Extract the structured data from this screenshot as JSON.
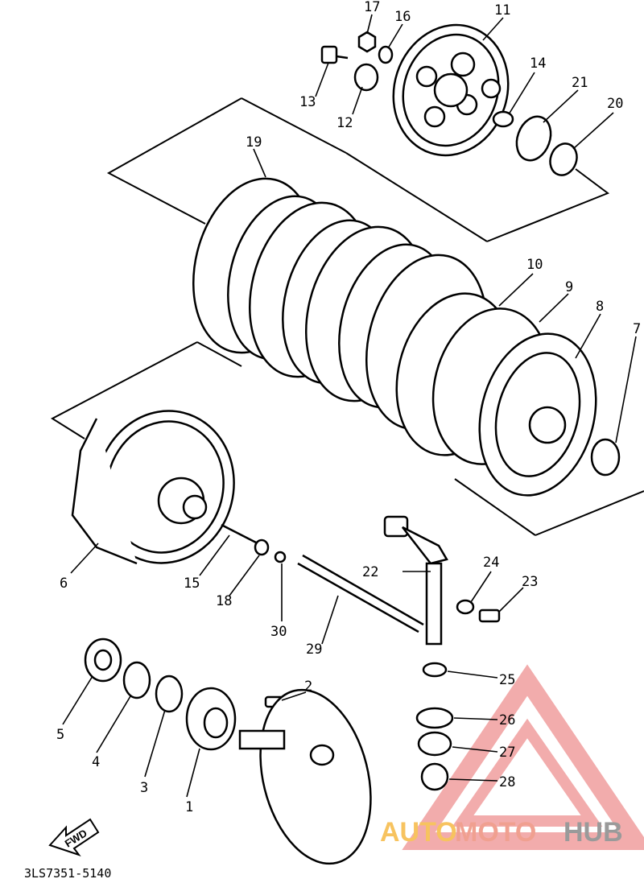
{
  "diagram": {
    "part_code": "3LS7351-5140",
    "callouts": [
      "1",
      "2",
      "3",
      "4",
      "5",
      "6",
      "7",
      "8",
      "9",
      "10",
      "11",
      "12",
      "13",
      "14",
      "15",
      "16",
      "17",
      "18",
      "19",
      "20",
      "21",
      "22",
      "23",
      "24",
      "25",
      "26",
      "27",
      "28",
      "29",
      "30"
    ],
    "watermark": {
      "part1": "AUTO",
      "part2": "MOTO",
      "part3": "HUB"
    },
    "fwd_label": "FWD"
  }
}
